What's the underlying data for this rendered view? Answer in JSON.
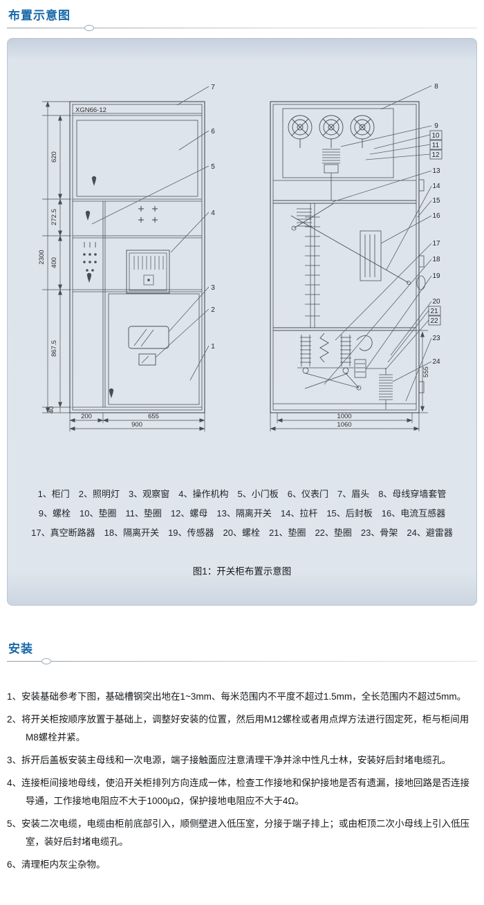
{
  "sections": {
    "layout_title": "布置示意图",
    "install_title": "安装"
  },
  "diagram": {
    "model_label": "XGN66-12",
    "caption": "图1：开关柜布置示意图",
    "parts_lines": [
      "1、柜门　2、照明灯　3、观察窗　4、操作机构　5、小门板　6、仪表门　7、眉头　8、母线穿墙套管",
      "9、螺栓　10、垫圈　11、垫圈　12、螺母　13、隔离开关　14、拉杆　15、后封板　16、电流互感器",
      "17、真空断路器　18、隔离开关　19、传感器　20、螺栓　21、垫圈　22、垫圈　23、骨架　24、避雷器"
    ],
    "left_dims": {
      "v2300": "2300",
      "v620": "620",
      "v272": "272.5",
      "v400": "400",
      "v867": "867.5",
      "v40": "40",
      "h200": "200",
      "h655": "655",
      "h900": "900"
    },
    "right_dims": {
      "v555": "555",
      "h1000": "1000",
      "h1060": "1060"
    },
    "callouts": {
      "n1": "1",
      "n2": "2",
      "n3": "3",
      "n4": "4",
      "n5": "5",
      "n6": "6",
      "n7": "7",
      "n8": "8",
      "n9": "9",
      "n10": "10",
      "n11": "11",
      "n12": "12",
      "n13": "13",
      "n14": "14",
      "n15": "15",
      "n16": "16",
      "n17": "17",
      "n18": "18",
      "n19": "19",
      "n20": "20",
      "n21": "21",
      "n22": "22",
      "n23": "23",
      "n24": "24"
    }
  },
  "installation": {
    "items": [
      "1、安装基础参考下图，基础槽钢突出地在1~3mm、每米范围内不平度不超过1.5mm，全长范围内不超过5mm。",
      "2、将开关柜按顺序放置于基础上，调整好安装的位置，然后用M12螺栓或者用点焊方法进行固定死，柜与柜间用M8螺栓并紧。",
      "3、拆开后盖板安装主母线和一次电源，端子接触面应注意清理干净并涂中性凡士林，安装好后封堵电缆孔。",
      "4、连接柜间接地母线，使沿开关柜排列方向连成一体，检查工作接地和保护接地是否有遗漏，接地回路是否连接导通，工作接地电阻应不大于1000μΩ，保护接地电阻应不大于4Ω。",
      "5、安装二次电缆，电缆由柜前底部引入，顺侧壁进入低压室，分接于端子排上；或由柜顶二次小母线上引入低压室，装好后封堵电缆孔。",
      "6、清理柜内灰尘杂物。"
    ]
  },
  "colors": {
    "heading_blue": "#1668a8",
    "panel_bg": "#dde4ec",
    "line_color": "#474d55"
  }
}
